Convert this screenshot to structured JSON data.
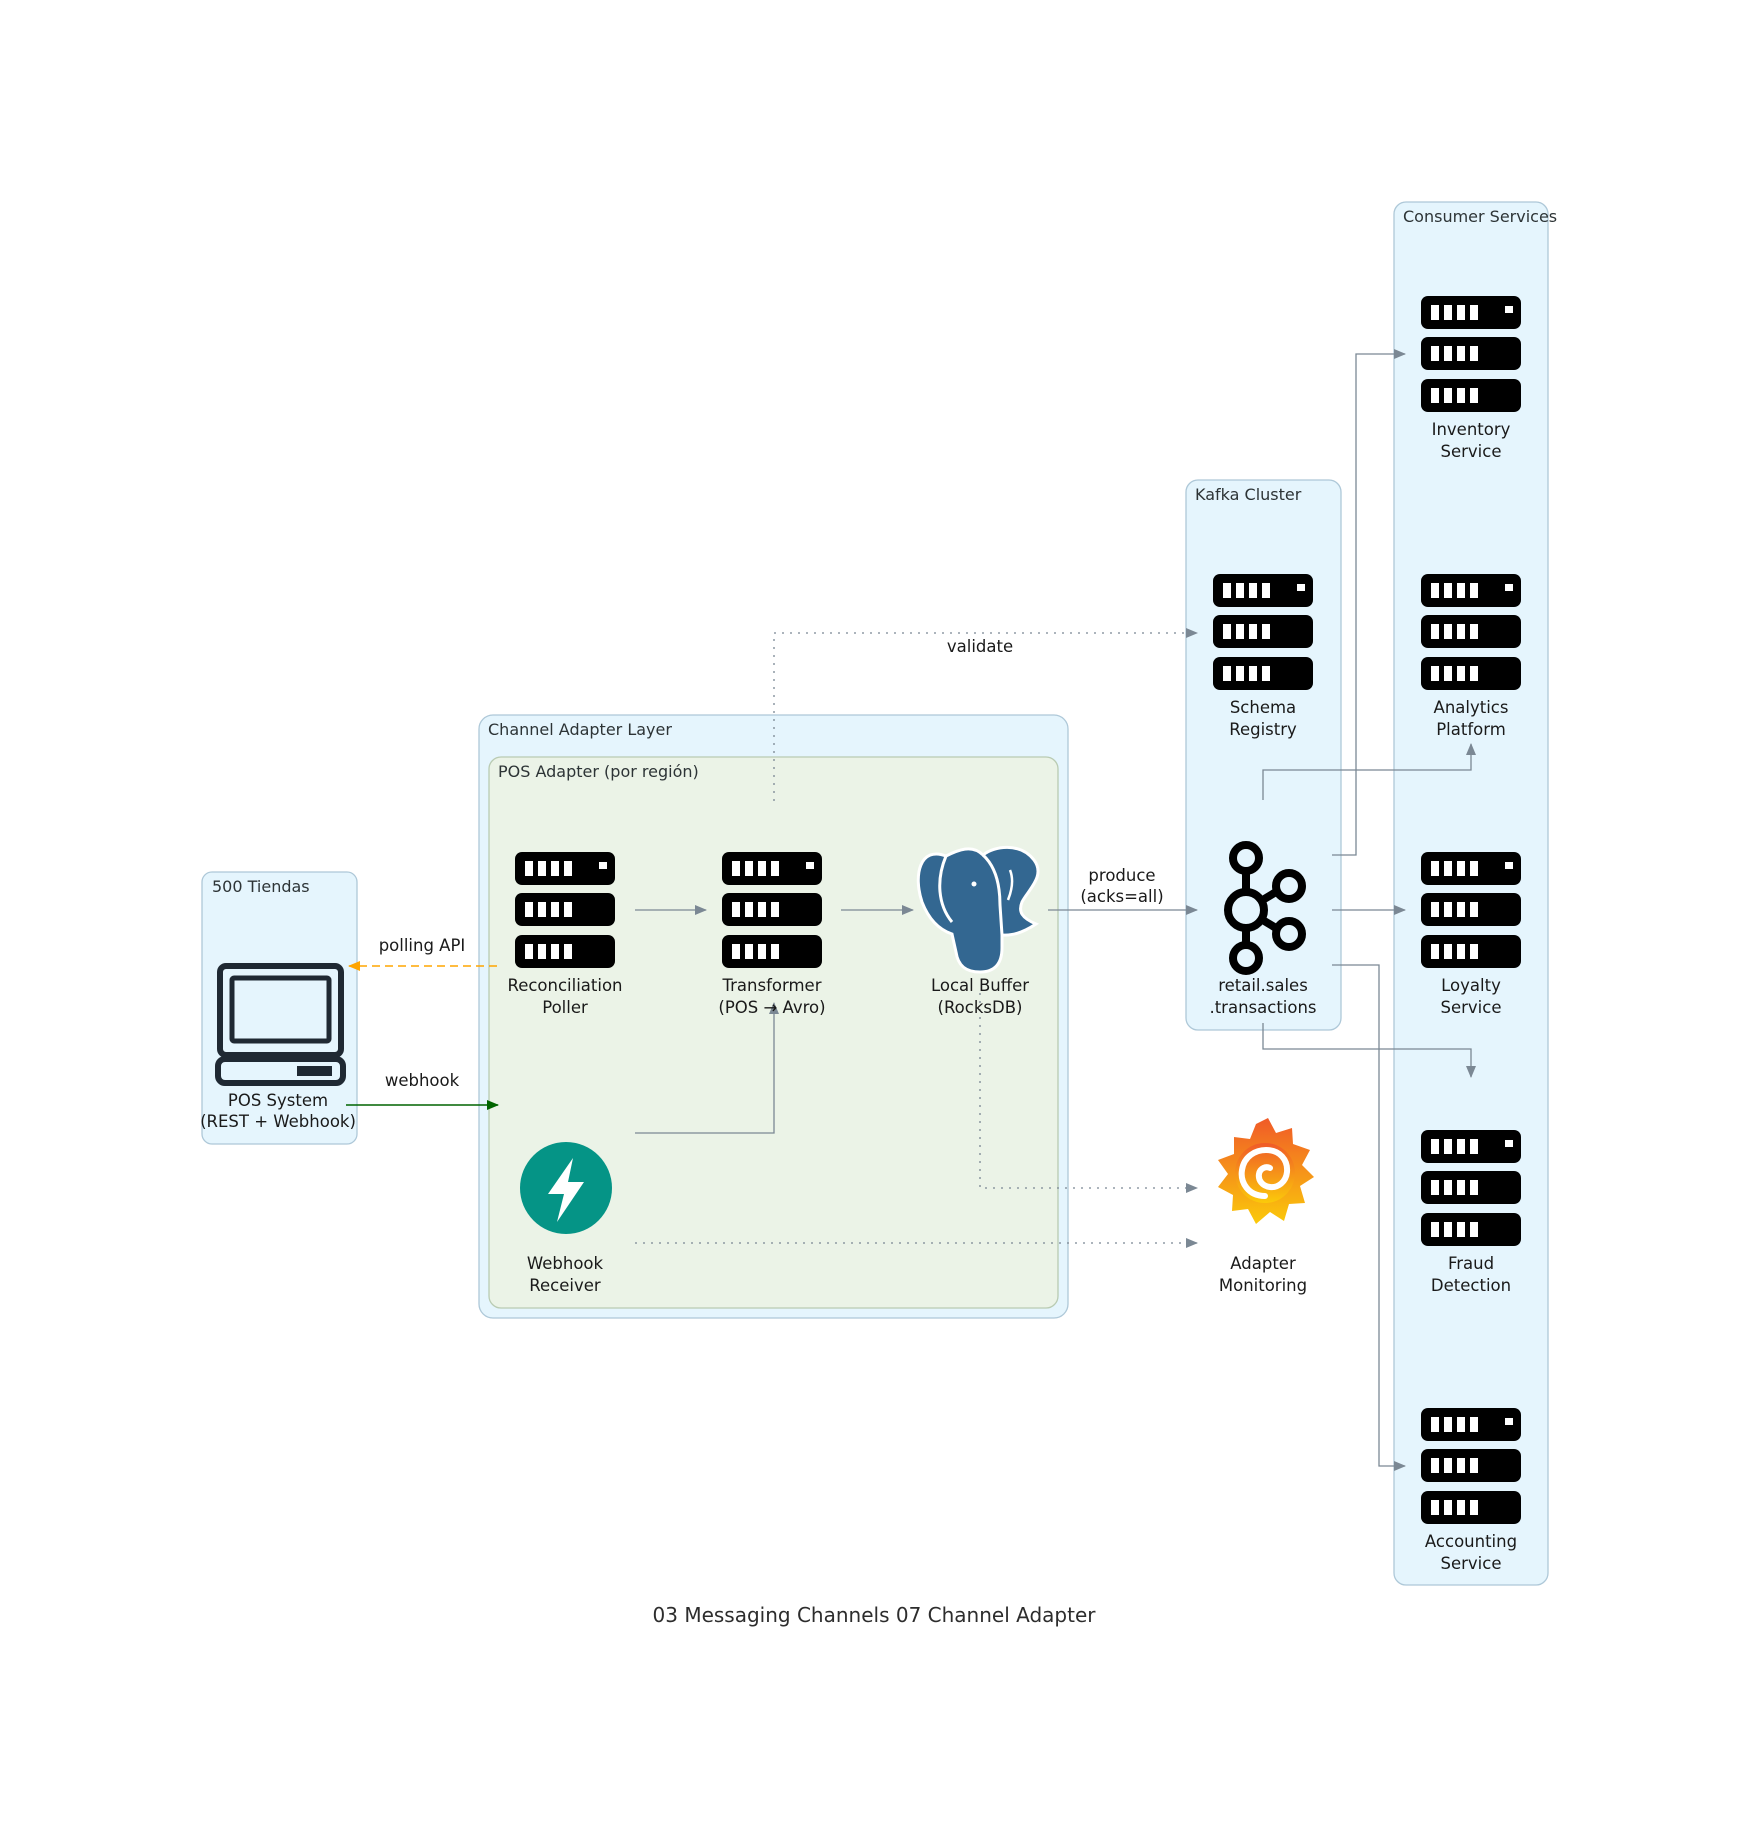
{
  "title": "03 Messaging Channels 07 Channel Adapter",
  "clusters": {
    "tiendas": "500 Tiendas",
    "adapter_layer": "Channel Adapter Layer",
    "pos_adapter": "POS Adapter (por región)",
    "kafka": "Kafka Cluster",
    "consumers": "Consumer Services"
  },
  "nodes": {
    "pos": {
      "line1": "POS System",
      "line2": "(REST + Webhook)",
      "icon": "laptop-icon"
    },
    "poller": {
      "line1": "Reconciliation",
      "line2": "Poller",
      "icon": "server-icon"
    },
    "transformer": {
      "line1": "Transformer",
      "line2": "(POS → Avro)",
      "icon": "server-icon"
    },
    "buffer": {
      "line1": "Local Buffer",
      "line2": "(RocksDB)",
      "icon": "postgresql-icon"
    },
    "webhook": {
      "line1": "Webhook",
      "line2": "Receiver",
      "icon": "fastapi-icon"
    },
    "schema": {
      "line1": "Schema",
      "line2": "Registry",
      "icon": "server-icon"
    },
    "topic": {
      "line1": "retail.sales",
      "line2": ".transactions",
      "icon": "kafka-icon"
    },
    "monitoring": {
      "line1": "Adapter",
      "line2": "Monitoring",
      "icon": "grafana-icon"
    },
    "inventory": {
      "line1": "Inventory",
      "line2": "Service",
      "icon": "server-icon"
    },
    "analytics": {
      "line1": "Analytics",
      "line2": "Platform",
      "icon": "server-icon"
    },
    "loyalty": {
      "line1": "Loyalty",
      "line2": "Service",
      "icon": "server-icon"
    },
    "fraud": {
      "line1": "Fraud",
      "line2": "Detection",
      "icon": "server-icon"
    },
    "accounting": {
      "line1": "Accounting",
      "line2": "Service",
      "icon": "server-icon"
    }
  },
  "edges": {
    "polling": "polling API",
    "webhook": "webhook",
    "validate": "validate",
    "produce_line1": "produce",
    "produce_line2": "(acks=all)"
  },
  "colors": {
    "cluster_fill": "#e5f5fd",
    "cluster_stroke": "#aec8d8",
    "inner_fill": "#ebf3e7",
    "inner_stroke": "#b9cbb2",
    "edge": "#7b8894",
    "polling_edge": "#ffa500",
    "webhook_edge": "#006400",
    "fastapi": "#059486",
    "postgres": "#336791",
    "grafana_top": "#f05a28",
    "grafana_bottom": "#fbca0a"
  }
}
